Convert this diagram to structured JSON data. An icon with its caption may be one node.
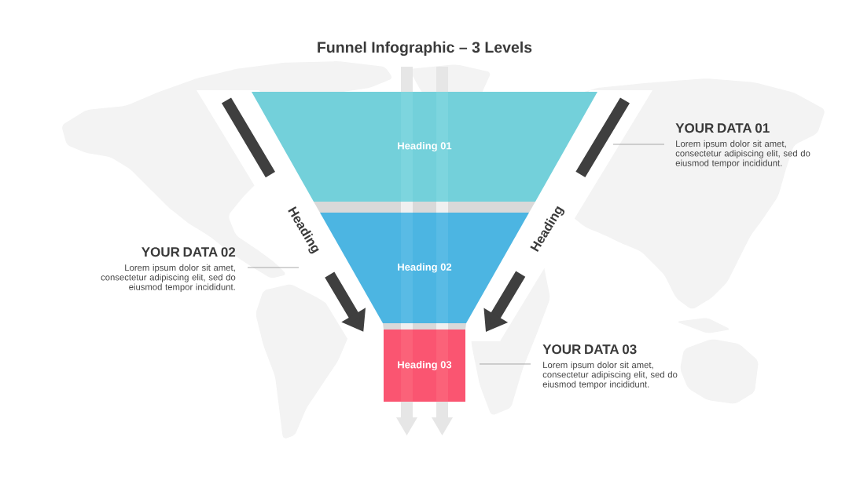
{
  "diagram": {
    "title": "Funnel Infographic – 3 Levels",
    "nodes": [
      {
        "text": [
          "Heading 01"
        ]
      },
      {
        "text": [
          "YOUR DATA 01",
          "Lorem ipsum dolor sit amet, consectetur adipiscing elit, sed do eiusmod tempor incididunt."
        ]
      },
      {
        "text": [
          "Heading 02"
        ]
      },
      {
        "text": [
          "YOUR DATA 02",
          "Lorem ipsum dolor sit amet, consectetur adipiscing elit, sed do eiusmod tempor incididunt."
        ]
      },
      {
        "text": [
          "Heading 03"
        ]
      },
      {
        "text": [
          "YOUR DATA 03",
          "Lorem ipsum dolor sit amet, consectetur adipiscing elit, sed do eiusmod tempor incididunt."
        ]
      }
    ],
    "edges": [
      {
        "from": null,
        "to": 4,
        "arrow": "to",
        "label": "Heading",
        "style": "thick",
        "color": "#3f3f3f"
      },
      {
        "from": null,
        "to": 4,
        "arrow": "to",
        "label": "Heading",
        "style": "thick",
        "color": "#3f3f3f"
      },
      {
        "from": 1,
        "to": 0,
        "arrow": "none"
      },
      {
        "from": 3,
        "to": 2,
        "arrow": "none"
      },
      {
        "from": 5,
        "to": 4,
        "arrow": "none"
      }
    ]
  }
}
